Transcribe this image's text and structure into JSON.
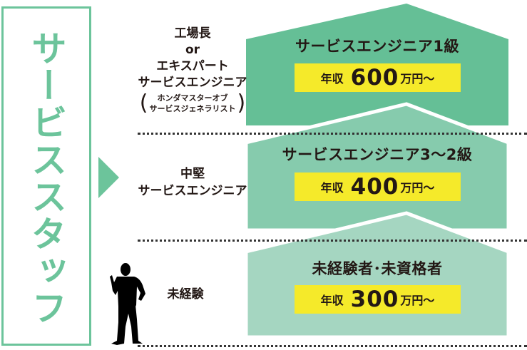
{
  "side_label": "サービススタッフ",
  "colors": {
    "accent_green": "#6cc49b",
    "tier1_fill": "#65bf96",
    "tier2_fill": "#86cbad",
    "tier3_fill": "#a5d6c1",
    "salary_bg": "#f5ea2a",
    "text": "#231815"
  },
  "roles": {
    "top": {
      "line1": "工場長",
      "line2": "or",
      "line3": "エキスパート",
      "line4": "サービスエンジニア",
      "paren_open": "(",
      "sub1": "ホンダマスターオブ",
      "sub2": "サービスジェネラリスト",
      "paren_close": ")"
    },
    "mid": {
      "line1": "中堅",
      "line2": "サービスエンジニア"
    },
    "low": {
      "line1": "未経験"
    }
  },
  "tiers": [
    {
      "title": "サービスエンジニア1級",
      "salary_label": "年収",
      "salary_value": "600",
      "salary_unit": "万円〜"
    },
    {
      "title": "サービスエンジニア3〜2級",
      "salary_label": "年収",
      "salary_value": "400",
      "salary_unit": "万円〜"
    },
    {
      "title": "未経験者･未資格者",
      "salary_label": "年収",
      "salary_value": "300",
      "salary_unit": "万円〜"
    }
  ],
  "icons": {
    "arrow": "triangle-right-icon",
    "person": "person-silhouette-icon"
  }
}
